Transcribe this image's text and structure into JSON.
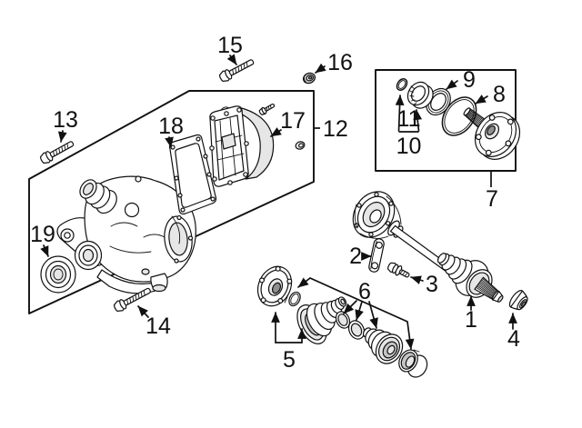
{
  "diagram": {
    "type": "exploded-parts-diagram",
    "subject": "Rear axle differential with cover, output shaft, axle nut and CV joint boot kits",
    "colors": {
      "paper": "#ffffff",
      "line": "#111111",
      "shade-light": "#e6e6e6",
      "shade-mid": "#c4c4c4",
      "shade-dark": "#8f8f8f"
    },
    "callouts": {
      "c1": {
        "label": "1"
      },
      "c2": {
        "label": "2"
      },
      "c3": {
        "label": "3"
      },
      "c4": {
        "label": "4"
      },
      "c5": {
        "label": "5"
      },
      "c6": {
        "label": "6"
      },
      "c7": {
        "label": "7"
      },
      "c8": {
        "label": "8"
      },
      "c9": {
        "label": "9"
      },
      "c10": {
        "label": "10"
      },
      "c11": {
        "label": "11"
      },
      "c12": {
        "label": "12"
      },
      "c13": {
        "label": "13"
      },
      "c14": {
        "label": "14"
      },
      "c15": {
        "label": "15"
      },
      "c16": {
        "label": "16"
      },
      "c17": {
        "label": "17"
      },
      "c18": {
        "label": "18"
      },
      "c19": {
        "label": "19"
      }
    }
  }
}
